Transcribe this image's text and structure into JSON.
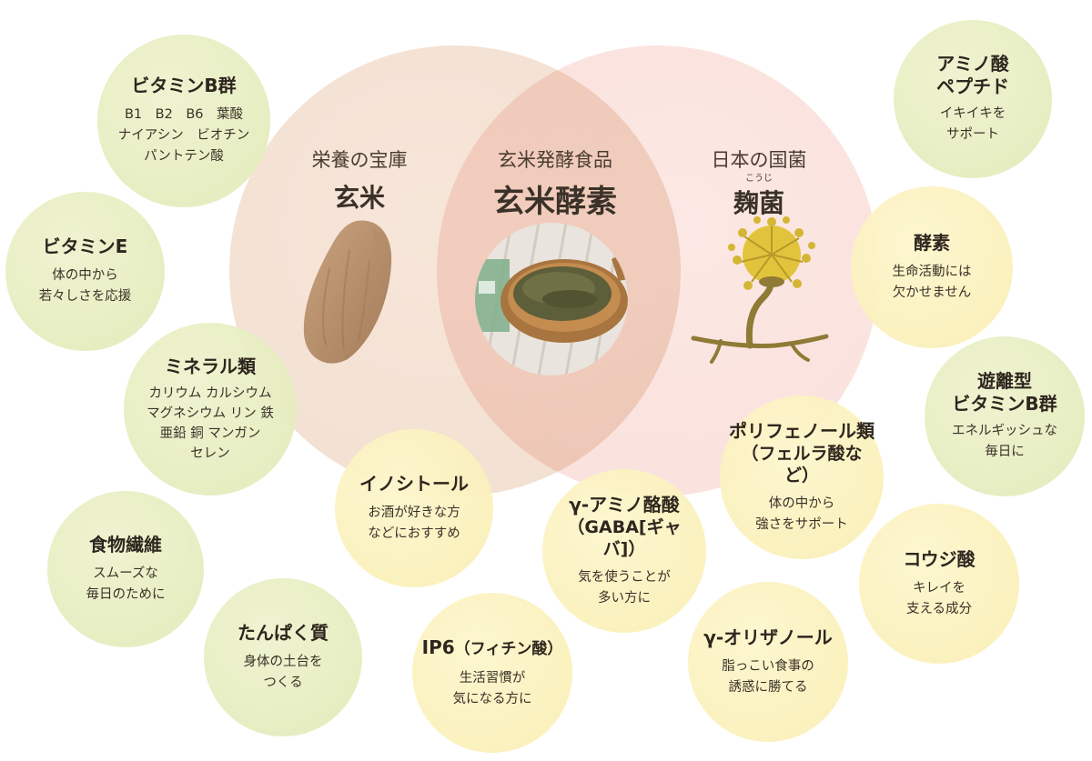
{
  "venn": {
    "left": {
      "subtitle": "栄養の宝庫",
      "title": "玄米"
    },
    "center": {
      "subtitle": "玄米発酵食品",
      "title": "玄米酵素"
    },
    "right": {
      "subtitle": "日本の国菌",
      "ruby": "こうじ",
      "title": "麹菌"
    }
  },
  "bubbles": {
    "vitamin_b": {
      "title": "ビタミンB群",
      "lines": [
        "B1　B2　B6　葉酸",
        "ナイアシン　ビオチン",
        "パントテン酸"
      ]
    },
    "vitamin_e": {
      "title": "ビタミンE",
      "lines": [
        "体の中から",
        "若々しさを応援"
      ]
    },
    "minerals": {
      "title": "ミネラル類",
      "lines": [
        "カリウム カルシウム",
        "マグネシウム リン 鉄",
        "亜鉛 銅 マンガン",
        "セレン"
      ]
    },
    "fiber": {
      "title": "食物繊維",
      "lines": [
        "スムーズな",
        "毎日のために"
      ]
    },
    "protein": {
      "title": "たんぱく質",
      "lines": [
        "身体の土台を",
        "つくる"
      ]
    },
    "inositol": {
      "title": "イノシトール",
      "lines": [
        "お酒が好きな方",
        "などにおすすめ"
      ]
    },
    "ip6": {
      "title": "IP6",
      "title_paren": "（フィチン酸）",
      "lines": [
        "生活習慣が",
        "気になる方に"
      ]
    },
    "gaba": {
      "title": "γ-アミノ酪酸",
      "title2": "（GABA[ギャバ]）",
      "lines": [
        "気を使うことが",
        "多い方に"
      ]
    },
    "oryzanol": {
      "title": "γ-オリザノール",
      "lines": [
        "脂っこい食事の",
        "誘惑に勝てる"
      ]
    },
    "polyphenol": {
      "title": "ポリフェノール類",
      "title2": "（フェルラ酸など）",
      "lines": [
        "体の中から",
        "強さをサポート"
      ]
    },
    "amino": {
      "title": "アミノ酸",
      "title2": "ペプチド",
      "lines": [
        "イキイキを",
        "サポート"
      ]
    },
    "enzyme": {
      "title": "酵素",
      "lines": [
        "生命活動には",
        "欠かせません"
      ]
    },
    "free_vitamin_b": {
      "title": "遊離型",
      "title2": "ビタミンB群",
      "lines": [
        "エネルギッシュな",
        "毎日に"
      ]
    },
    "kojic": {
      "title": "コウジ酸",
      "lines": [
        "キレイを",
        "支える成分"
      ]
    }
  },
  "colors": {
    "venn_left": "#f3e2d2",
    "venn_right": "#f9dcd6",
    "bubble_green": "#e6edc3",
    "bubble_yellow": "#fbf1c0",
    "text": "#2e261e"
  },
  "icons": {
    "rice": "brown-rice-grain-icon",
    "powder": "genmai-koso-powder-photo",
    "koji": "koji-mold-icon"
  }
}
